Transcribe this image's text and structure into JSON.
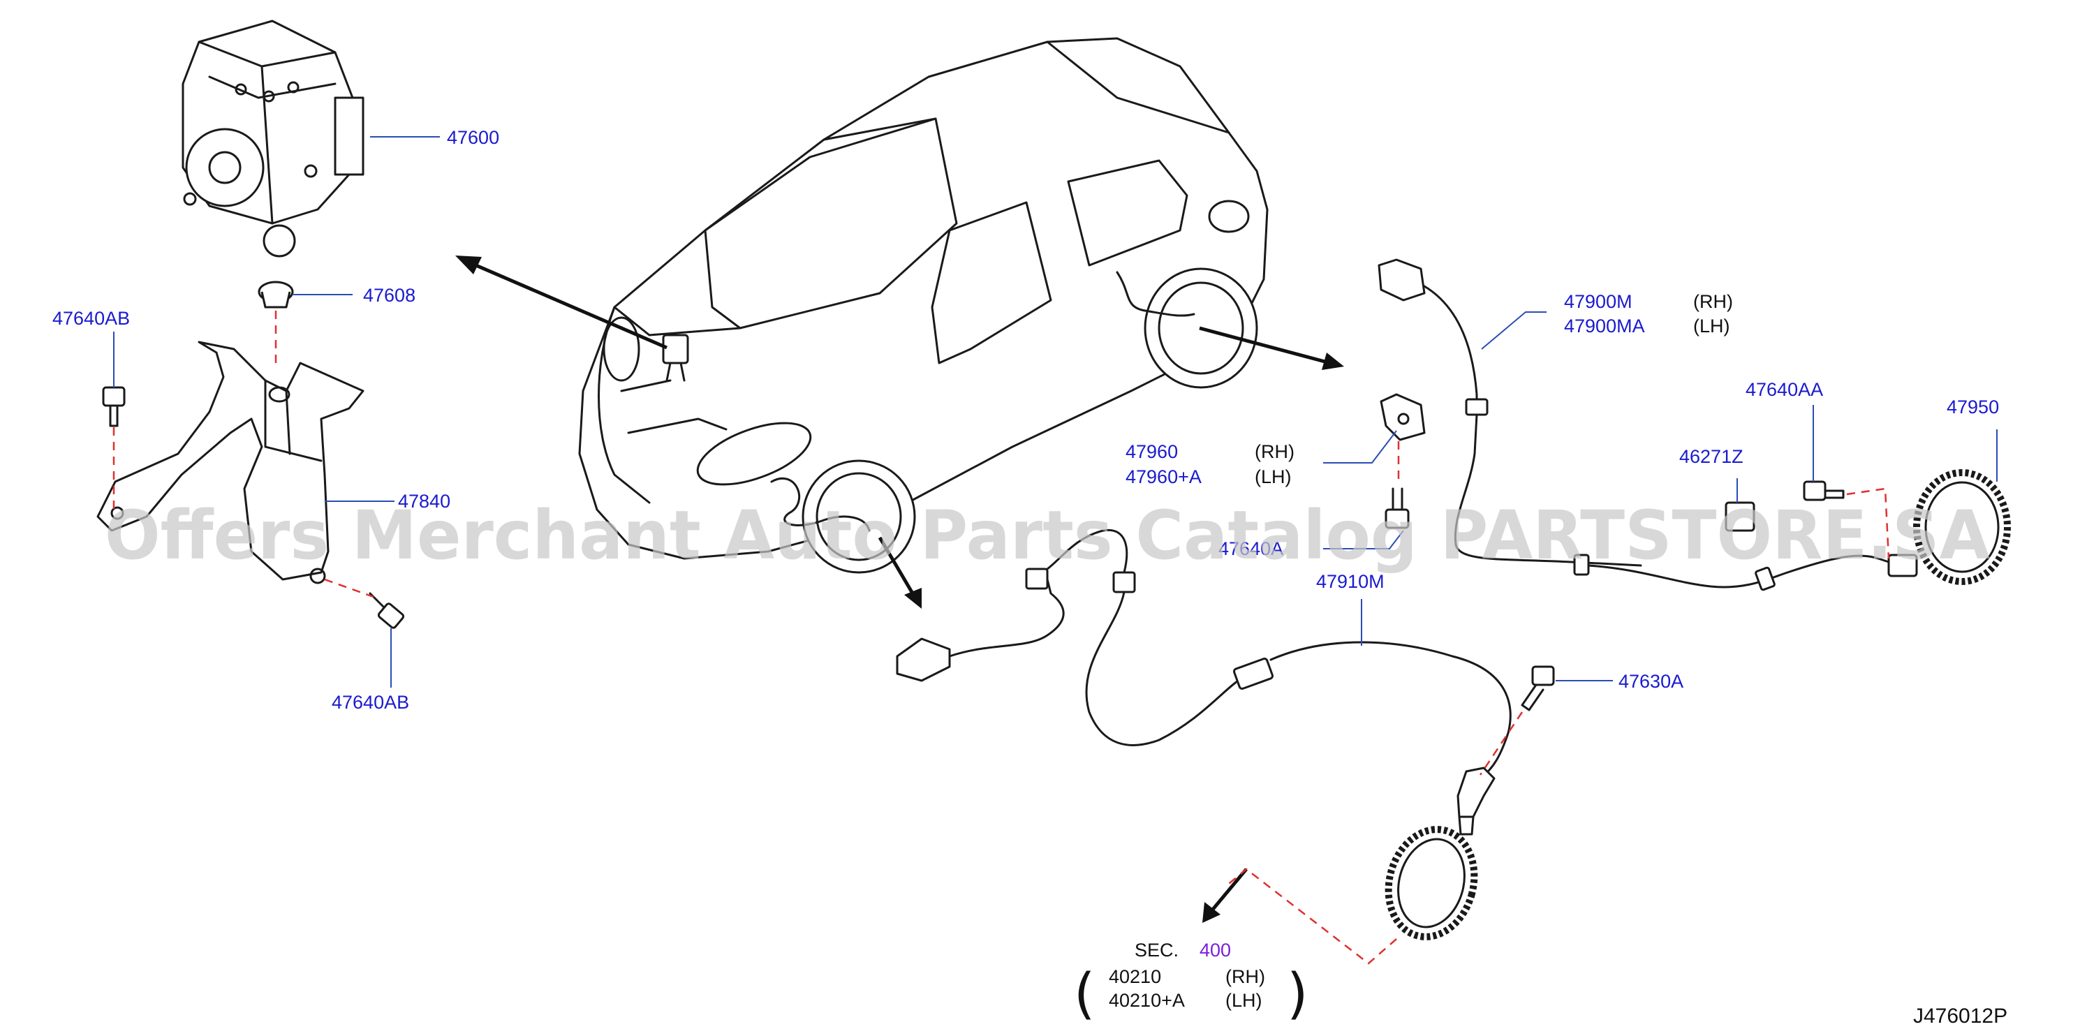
{
  "labels": {
    "abs_actuator": "47600",
    "grommet": "47608",
    "bolt_upper": "47640AB",
    "bracket": "47840",
    "bolt_lower": "47640AB",
    "rear_sensor_rh": "47900M",
    "rear_sensor_lh": "47900MA",
    "rear_sensor_rh_side": "(RH)",
    "rear_sensor_lh_side": "(LH)",
    "bolt_rear": "47640AA",
    "rear_rotor": "47950",
    "clip": "46271Z",
    "front_bracket_rh": "47960",
    "front_bracket_lh": "47960+A",
    "front_bracket_rh_side": "(RH)",
    "front_bracket_lh_side": "(LH)",
    "bolt_front_bracket": "47640A",
    "front_sensor": "47910M",
    "bolt_front_sensor": "47630A"
  },
  "section_ref": {
    "prefix": "SEC.",
    "number": "400",
    "part_rh": "40210",
    "part_lh": "40210+A",
    "side_rh": "(RH)",
    "side_lh": "(LH)",
    "open_paren": "(",
    "close_paren": ")"
  },
  "diagram_code": "J476012P",
  "watermark": "Offers Merchant Auto Parts Catalog PARTSTORE.SA",
  "colors": {
    "label": "#1a1ad0",
    "section_number": "#7a1fd6",
    "leader": "#2a4db5",
    "dashed_guide": "#e03030",
    "watermark": "#c8c8c8",
    "line_art": "#1a1a1a"
  }
}
